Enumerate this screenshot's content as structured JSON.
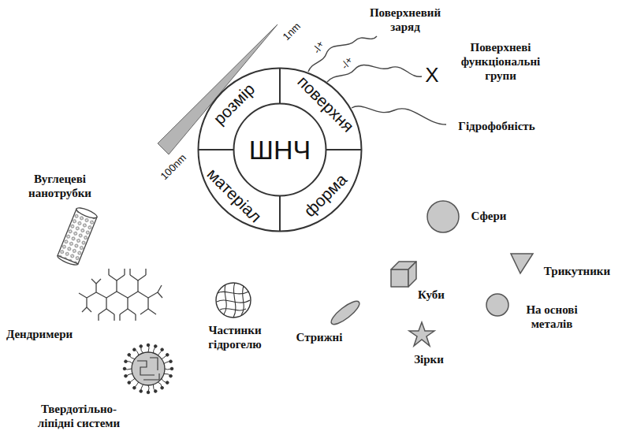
{
  "diagram": {
    "nodes": [
      {
        "text": [
          "розмір",
          "поверхня",
          "форма",
          "матеріал"
        ]
      },
      {
        "text": [
          "ШНЧ"
        ],
        "in": 0
      }
    ],
    "labels": [
      "1nm",
      "100nm",
      "Поверхневий заряд",
      "-/+",
      "-/+",
      "X",
      "Поверхневі функціональні групи",
      "Гідрофобність",
      "Сфери",
      "Трикутники",
      "Куби",
      "На основі металів",
      "Стрижні",
      "Зірки",
      "Вуглецеві нанотрубки",
      "Дендримери",
      "Частинки гідрогелю",
      "Твердотільно-ліпідні системи"
    ]
  }
}
